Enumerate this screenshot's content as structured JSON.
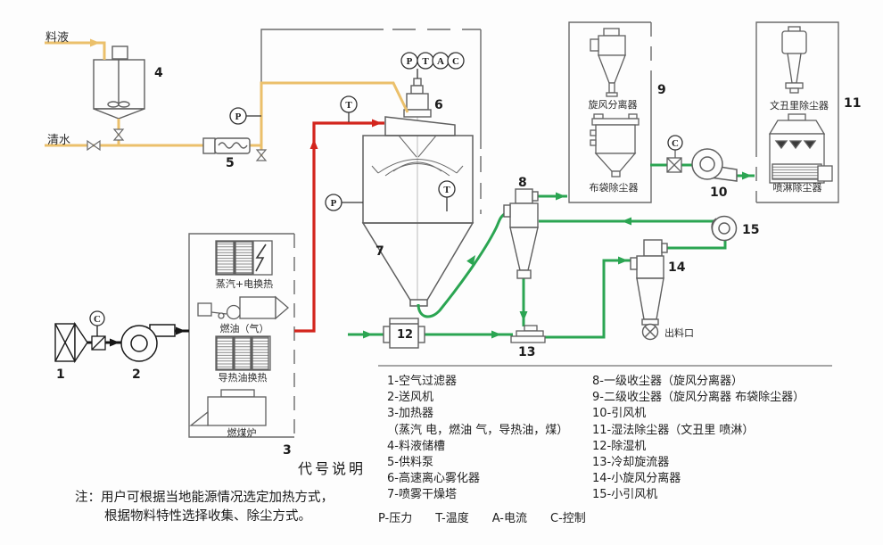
{
  "colors": {
    "feed_line": "#EBC06B",
    "hot_air_line": "#D3251D",
    "product_line": "#2BA552",
    "cold_air_line": "#151515",
    "outline": "#5f5f5f"
  },
  "streams": {
    "feed": "料液",
    "water": "清水"
  },
  "equipment": {
    "steam_electric": "蒸汽+电换热",
    "oil_gas": "燃油（气）",
    "thermal_oil": "导热油换热",
    "coal_furnace": "燃煤炉",
    "cyclone": "旋风分离器",
    "bag_filter": "布袋除尘器",
    "venturi": "文丑里除尘器",
    "spray_scrubber": "喷淋除尘器",
    "discharge_port": "出料口"
  },
  "numbers": {
    "1": "1",
    "2": "2",
    "3": "3",
    "4": "4",
    "5": "5",
    "6": "6",
    "7": "7",
    "8": "8",
    "9": "9",
    "10": "10",
    "11": "11",
    "12": "12",
    "13": "13",
    "14": "14",
    "15": "15"
  },
  "instrument_tags": {
    "p": "P",
    "t": "T",
    "a": "A",
    "c": "C"
  },
  "legend": {
    "title": "代号说明",
    "left": [
      "1-空气过滤器",
      "2-送风机",
      "3-加热器",
      "（蒸汽 电，燃油 气，导热油，煤）",
      "4-料液储槽",
      "5-供料泵",
      "6-高速离心雾化器",
      "7-喷雾干燥塔"
    ],
    "right": [
      "8-一级收尘器（旋风分离器）",
      "9-二级收尘器（旋风分离器 布袋除尘器）",
      "10-引风机",
      "11-湿法除尘器（文丑里 喷淋）",
      "12-除湿机",
      "13-冷却旋流器",
      "14-小旋风分离器",
      "15-小引风机"
    ],
    "instruments": [
      "P-压力",
      "T-温度",
      "A-电流",
      "C-控制"
    ]
  },
  "note": [
    "注：用户可根据当地能源情况选定加热方式，",
    "根据物料特性选择收集、除尘方式。"
  ]
}
